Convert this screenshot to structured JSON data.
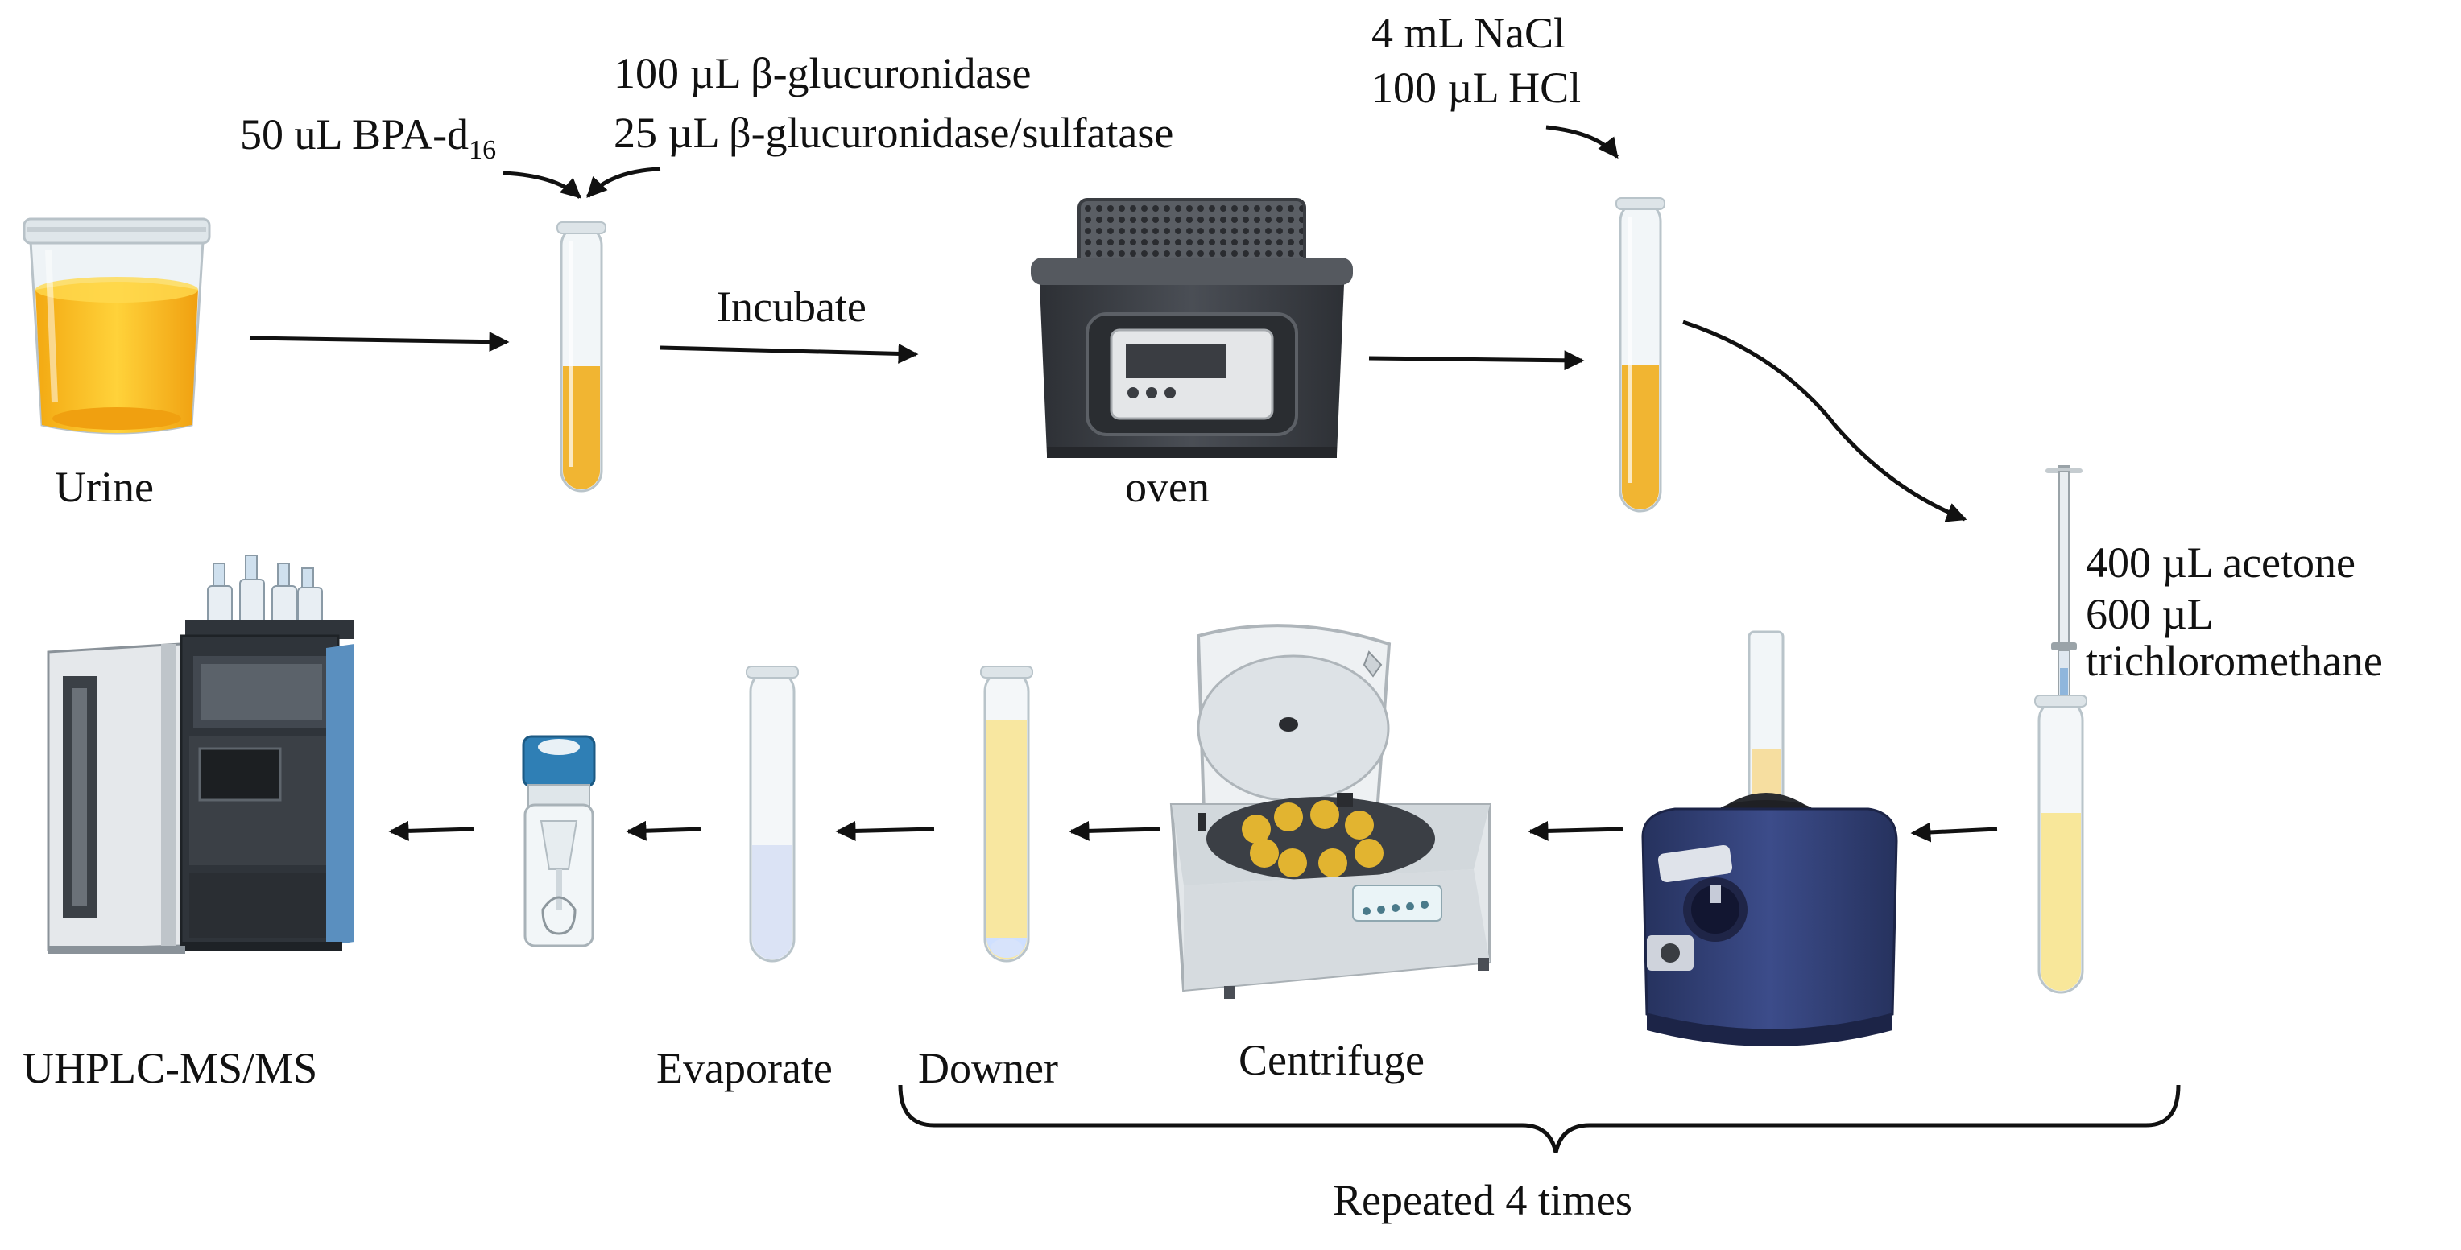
{
  "labels": {
    "urine": "Urine",
    "bpa_prefix": "50 uL BPA-d",
    "bpa_sub": "16",
    "glucuronidase": "100 µL β-glucuronidase",
    "sulfatase": "25 µL β-glucuronidase/sulfatase",
    "incubate": "Incubate",
    "oven": "oven",
    "nacl": "4 mL NaCl",
    "hcl": "100 µL HCl",
    "acetone": "400 µL acetone",
    "tcm_volume": "600 µL",
    "tcm": "trichloromethane",
    "uhplc": "UHPLC-MS/MS",
    "evaporate": "Evaporate",
    "downer": "Downer",
    "centrifuge": "Centrifuge",
    "repeated": "Repeated 4 times"
  },
  "colors": {
    "urine": "#f6b81f",
    "urine_light": "#f8e79a",
    "glass": "#e8eef2",
    "arrow": "#111111",
    "instrument_dark": "#3b3f45",
    "vortex_blue": "#2e3d73",
    "vial_cap": "#1f78b4"
  }
}
